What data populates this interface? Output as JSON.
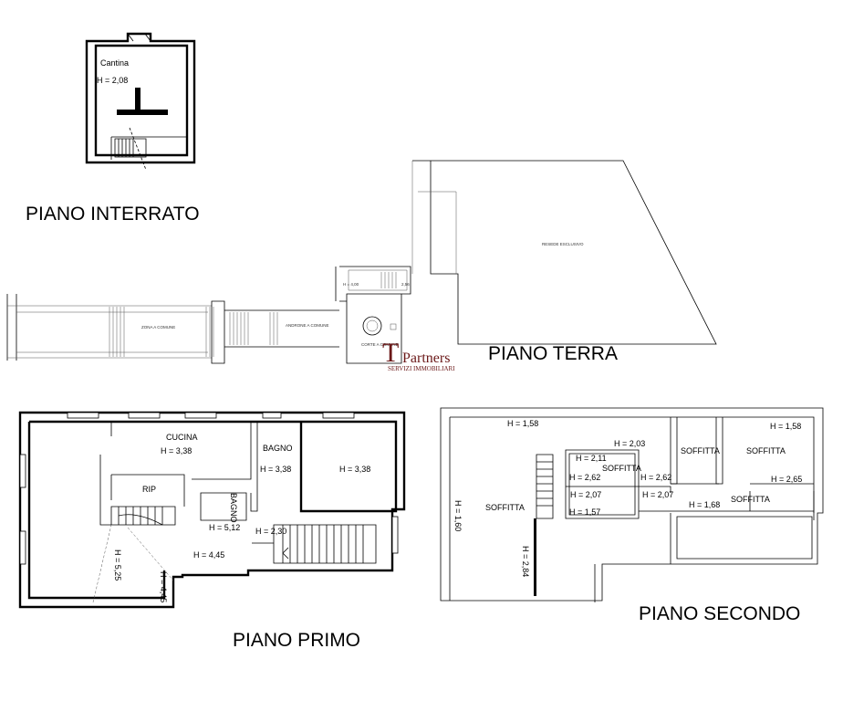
{
  "floors": {
    "interrato": {
      "title": "PIANO INTERRATO",
      "rooms": [
        {
          "name": "Cantina",
          "height": "H = 2,08"
        }
      ]
    },
    "terra": {
      "title": "PIANO TERRA",
      "labels": {
        "zona": "ZONA A COMUNE",
        "androne": "ANDRONE A COMUNE",
        "corte": "CORTE A COMUNE",
        "resede": "RESEDE ESCLUSIVO",
        "h1": "H = 4,00",
        "h2": "2,56"
      }
    },
    "primo": {
      "title": "PIANO PRIMO",
      "labels": {
        "cucina": "CUCINA",
        "cucina_h": "H = 3,38",
        "bagno": "BAGNO",
        "bagno_h": "H = 3,38",
        "camera_h": "H = 3,38",
        "rip": "RIP",
        "bagno2": "BAGNO",
        "h512": "H = 5,12",
        "h230": "H = 2,30",
        "h445": "H = 4,45",
        "h525": "H = 5,25",
        "h445v": "H = 4,45"
      }
    },
    "secondo": {
      "title": "PIANO SECONDO",
      "labels": {
        "h158a": "H = 1,58",
        "h203": "H = 2,03",
        "h211": "H = 2,11",
        "soffitta1": "SOFFITTA",
        "h262a": "H = 2,62",
        "h262b": "H = 2,62",
        "h207a": "H = 2,07",
        "h207b": "H = 2,07",
        "h157": "H = 1,57",
        "soffitta_left": "SOFFITTA",
        "h160": "H = 1,60",
        "h284": "H = 2,84",
        "soffitta2": "SOFFITTA",
        "soffitta3": "SOFFITTA",
        "h158b": "H = 1,58",
        "h265": "H = 2,65",
        "h168": "H = 1,68",
        "soffitta4": "SOFFITTA"
      }
    }
  },
  "logo": {
    "mark": "T",
    "name": "Partners",
    "tagline": "SERVIZI IMMOBILIARI"
  }
}
